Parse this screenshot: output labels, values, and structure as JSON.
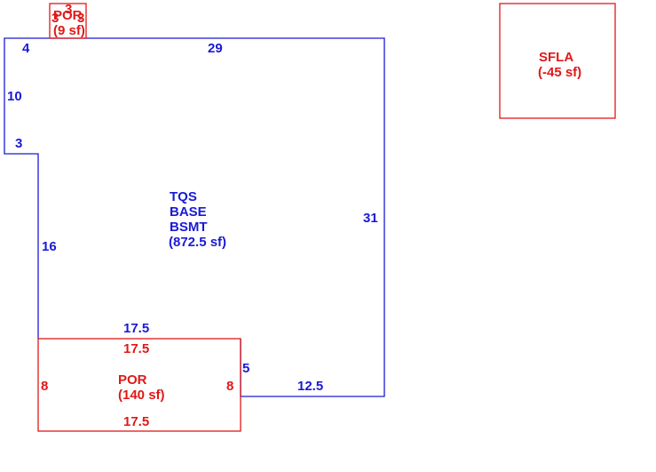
{
  "colors": {
    "base": "#1a1ad4",
    "por": "#e01818"
  },
  "base_area": {
    "label_lines": [
      "TQS",
      "BASE",
      "BSMT",
      "(872.5 sf)"
    ],
    "dims": {
      "top_left": "4",
      "top": "29",
      "left_upper": "10",
      "notch": "3",
      "left_lower": "16",
      "right": "31",
      "bottom_right": "12.5",
      "step": "5",
      "bottom_shared": "17.5"
    }
  },
  "por_main": {
    "label_lines": [
      "POR",
      "(140 sf)"
    ],
    "dims": {
      "top": "17.5",
      "left": "8",
      "right": "8",
      "bottom": "17.5"
    }
  },
  "por_small": {
    "label_lines": [
      "POR",
      "(9 sf)"
    ],
    "dims": [
      "3",
      "3",
      "3"
    ]
  },
  "sfla": {
    "label_lines": [
      "SFLA",
      "(-45 sf)"
    ]
  }
}
